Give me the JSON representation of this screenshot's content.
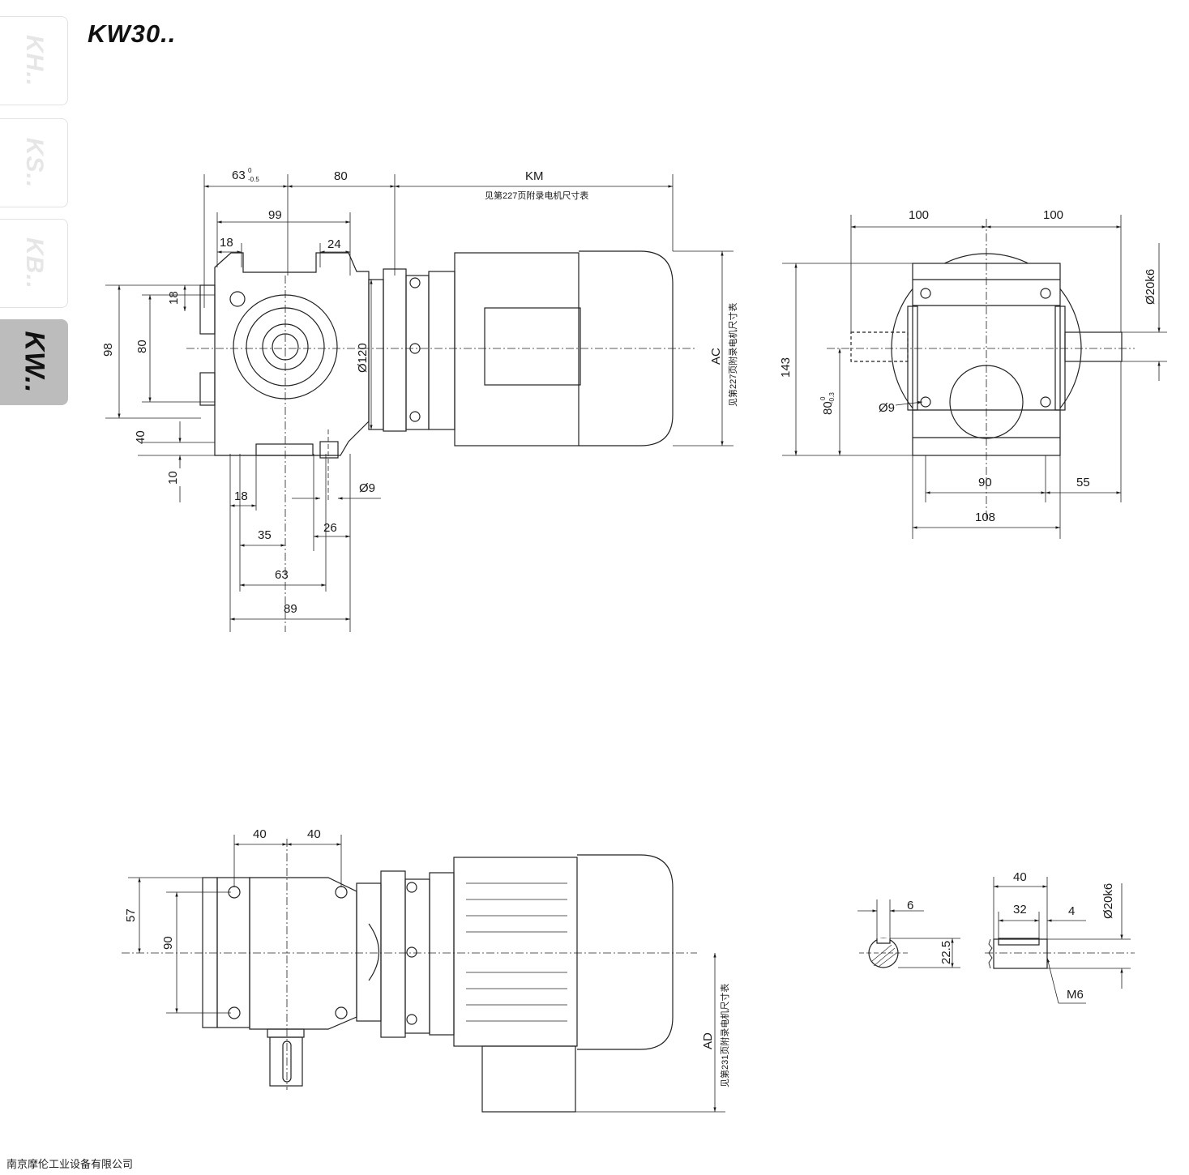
{
  "header": {
    "title": "KW30.."
  },
  "tabs": [
    {
      "label": "KH..",
      "active": false
    },
    {
      "label": "KS..",
      "active": false
    },
    {
      "label": "KB..",
      "active": false
    },
    {
      "label": "KW..",
      "active": true
    }
  ],
  "footer": {
    "company": "南京摩伦工业设备有限公司"
  },
  "front_view": {
    "d63": "63",
    "d63_tol_top": "0",
    "d63_tol_bot": "-0.5",
    "d80_top": "80",
    "km": "KM",
    "km_note": "见第227页附录电机尺寸表",
    "d99": "99",
    "d18_top": "18",
    "d24": "24",
    "d18_left": "18",
    "d98": "98",
    "d80_left": "80",
    "d40": "40",
    "d10": "10",
    "d120": "Ø120",
    "ac": "AC",
    "ac_note": "见第227页附录电机尺寸表",
    "d18_bot": "18",
    "d9": "Ø9",
    "d35": "35",
    "d26": "26",
    "d63_bot": "63",
    "d89": "89"
  },
  "side_view": {
    "d100_left": "100",
    "d100_right": "100",
    "d143": "143",
    "d80": "80",
    "d80_tol_top": "0",
    "d80_tol_bot": "-0.3",
    "d9": "Ø9",
    "d20k6": "Ø20k6",
    "d90": "90",
    "d55": "55",
    "d108": "108"
  },
  "top_view": {
    "d40_left": "40",
    "d40_right": "40",
    "d57": "57",
    "d90": "90",
    "ad": "AD",
    "ad_note": "见第231页附录电机尺寸表"
  },
  "shaft_detail": {
    "d6": "6",
    "d22_5": "22.5",
    "d40": "40",
    "d32": "32",
    "d4": "4",
    "d20k6": "Ø20k6",
    "m6": "M6"
  }
}
